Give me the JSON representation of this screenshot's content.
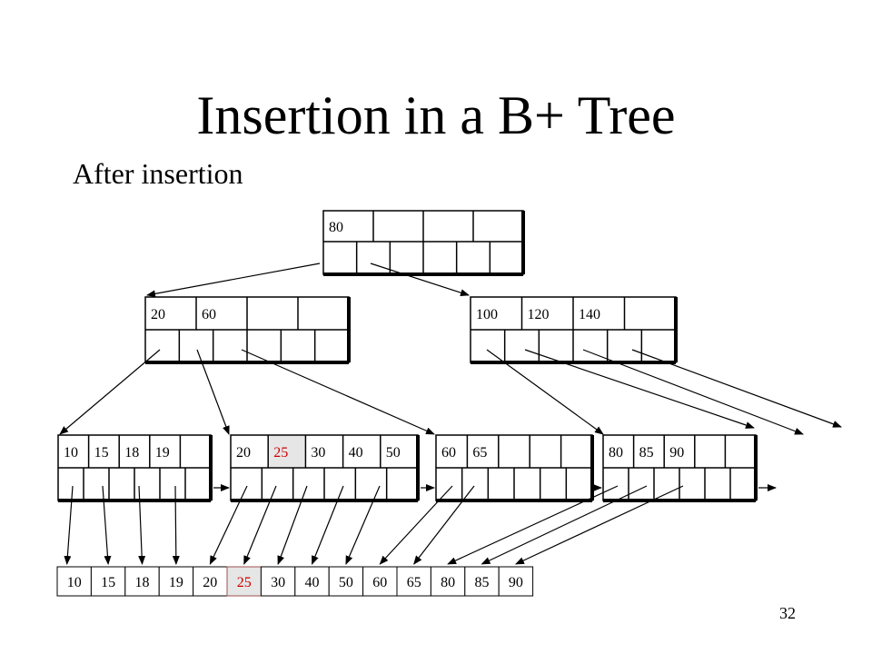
{
  "title": "Insertion in a B+ Tree",
  "subtitle": "After insertion",
  "page_number": "32",
  "colors": {
    "highlight_text": "#cc0000",
    "highlight_fill": "#e6e6e6",
    "line": "#000000"
  },
  "root": {
    "keys": [
      "80",
      "",
      "",
      ""
    ]
  },
  "internal_nodes": [
    {
      "keys": [
        "20",
        "60",
        "",
        ""
      ]
    },
    {
      "keys": [
        "100",
        "120",
        "140",
        ""
      ]
    }
  ],
  "leaf_nodes": [
    {
      "keys": [
        "10",
        "15",
        "18",
        "19",
        ""
      ]
    },
    {
      "keys": [
        "20",
        "25",
        "30",
        "40",
        "50"
      ]
    },
    {
      "keys": [
        "60",
        "65",
        "",
        "",
        ""
      ]
    },
    {
      "keys": [
        "80",
        "85",
        "90",
        "",
        ""
      ]
    }
  ],
  "highlighted_key": "25",
  "data_records": [
    "10",
    "15",
    "18",
    "19",
    "20",
    "25",
    "30",
    "40",
    "50",
    "60",
    "65",
    "80",
    "85",
    "90"
  ]
}
